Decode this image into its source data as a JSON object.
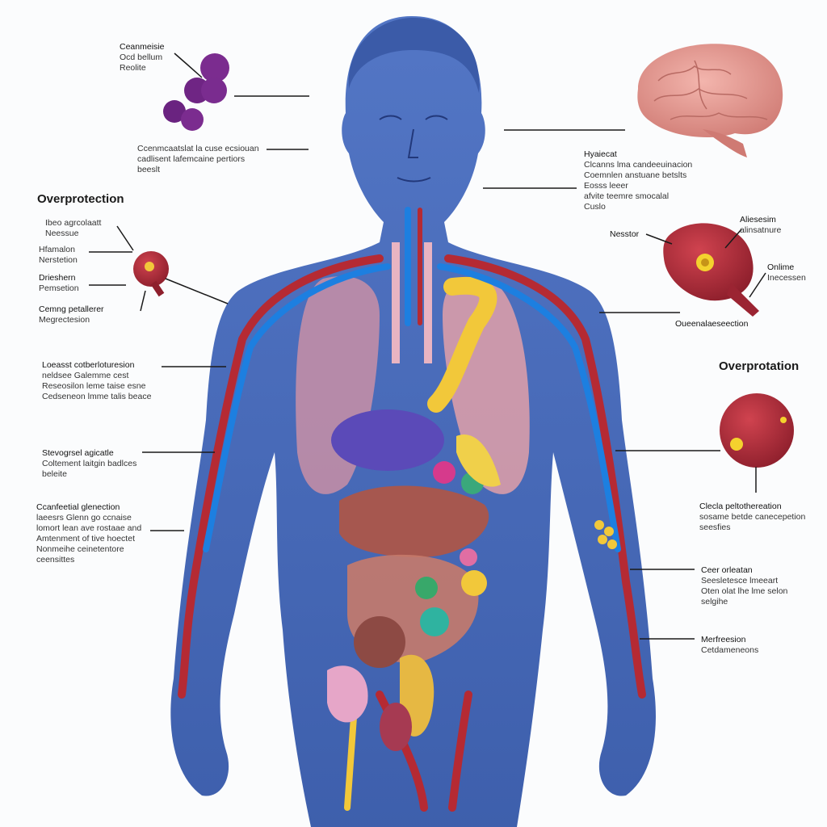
{
  "headings": {
    "left": "Overprotection",
    "right": "Overprotation"
  },
  "labels": {
    "l1": [
      "Ceanmeisie",
      "Ocd bellum",
      "Reolite"
    ],
    "l2": [
      "Ccenmcaatslat la cuse ecsiouan",
      "cadlisent lafemcaine pertiors",
      "beeslt"
    ],
    "l3": [
      "Ibeo agrcolaatt",
      "Neessue"
    ],
    "l4": [
      "Hfamalon",
      "Nerstetion"
    ],
    "l5": [
      "Drieshern",
      "Pemsetion"
    ],
    "l6": [
      "Cemng petallerer",
      "Megrectesion"
    ],
    "l7": [
      "Loeasst cotberloturesion",
      "neldsee Galemme cest",
      "Reseosilon leme taise esne",
      "Cedseneon lmme talis beace"
    ],
    "l8": [
      "Stevogrsel agicatle",
      "Coltement laitgin badlces",
      "beleite"
    ],
    "l9": [
      "Ccanfeetial glenection",
      "laeesrs Glenn go ccnaise",
      "lomort lean ave rostaae and",
      "Amtenment of tive hoectet",
      "Nonmeihe ceinetentore",
      "ceensittes"
    ],
    "r1": [
      "Hyaiecat",
      "Clcanns lma candeeuinacion",
      "Coemnlen anstuane betslts",
      "Eosss leeer",
      "afvite teemre smocalal",
      "Cuslo"
    ],
    "r2": [
      "Nesstor"
    ],
    "r3": [
      "Aliesesim",
      "alinsatnure"
    ],
    "r4": [
      "Onlime",
      "Inecessen"
    ],
    "r5": [
      "Oueenalaeseection"
    ],
    "r6": [
      "Clecla peltothereation",
      "sosame betde canecepetion",
      "seesfies"
    ],
    "r7": [
      "Ceer orleatan",
      "Seesletesce lmeeart",
      "Oten olat lhe lme selon",
      "selgihe"
    ],
    "r8": [
      "Merfreesion",
      "Cetdameneons"
    ]
  },
  "colors": {
    "body": "#3f63b8",
    "artery": "#b52a33",
    "vein": "#1d7fe0",
    "lung": "#d99aa8",
    "liver": "#9f4f4a",
    "brain": "#e59a93",
    "bladder": "#a52d3a"
  },
  "icons": [
    "cell-cluster-icon",
    "brain-icon",
    "heart-organ-icon",
    "bladder-organ-icon",
    "small-organ-icon"
  ]
}
